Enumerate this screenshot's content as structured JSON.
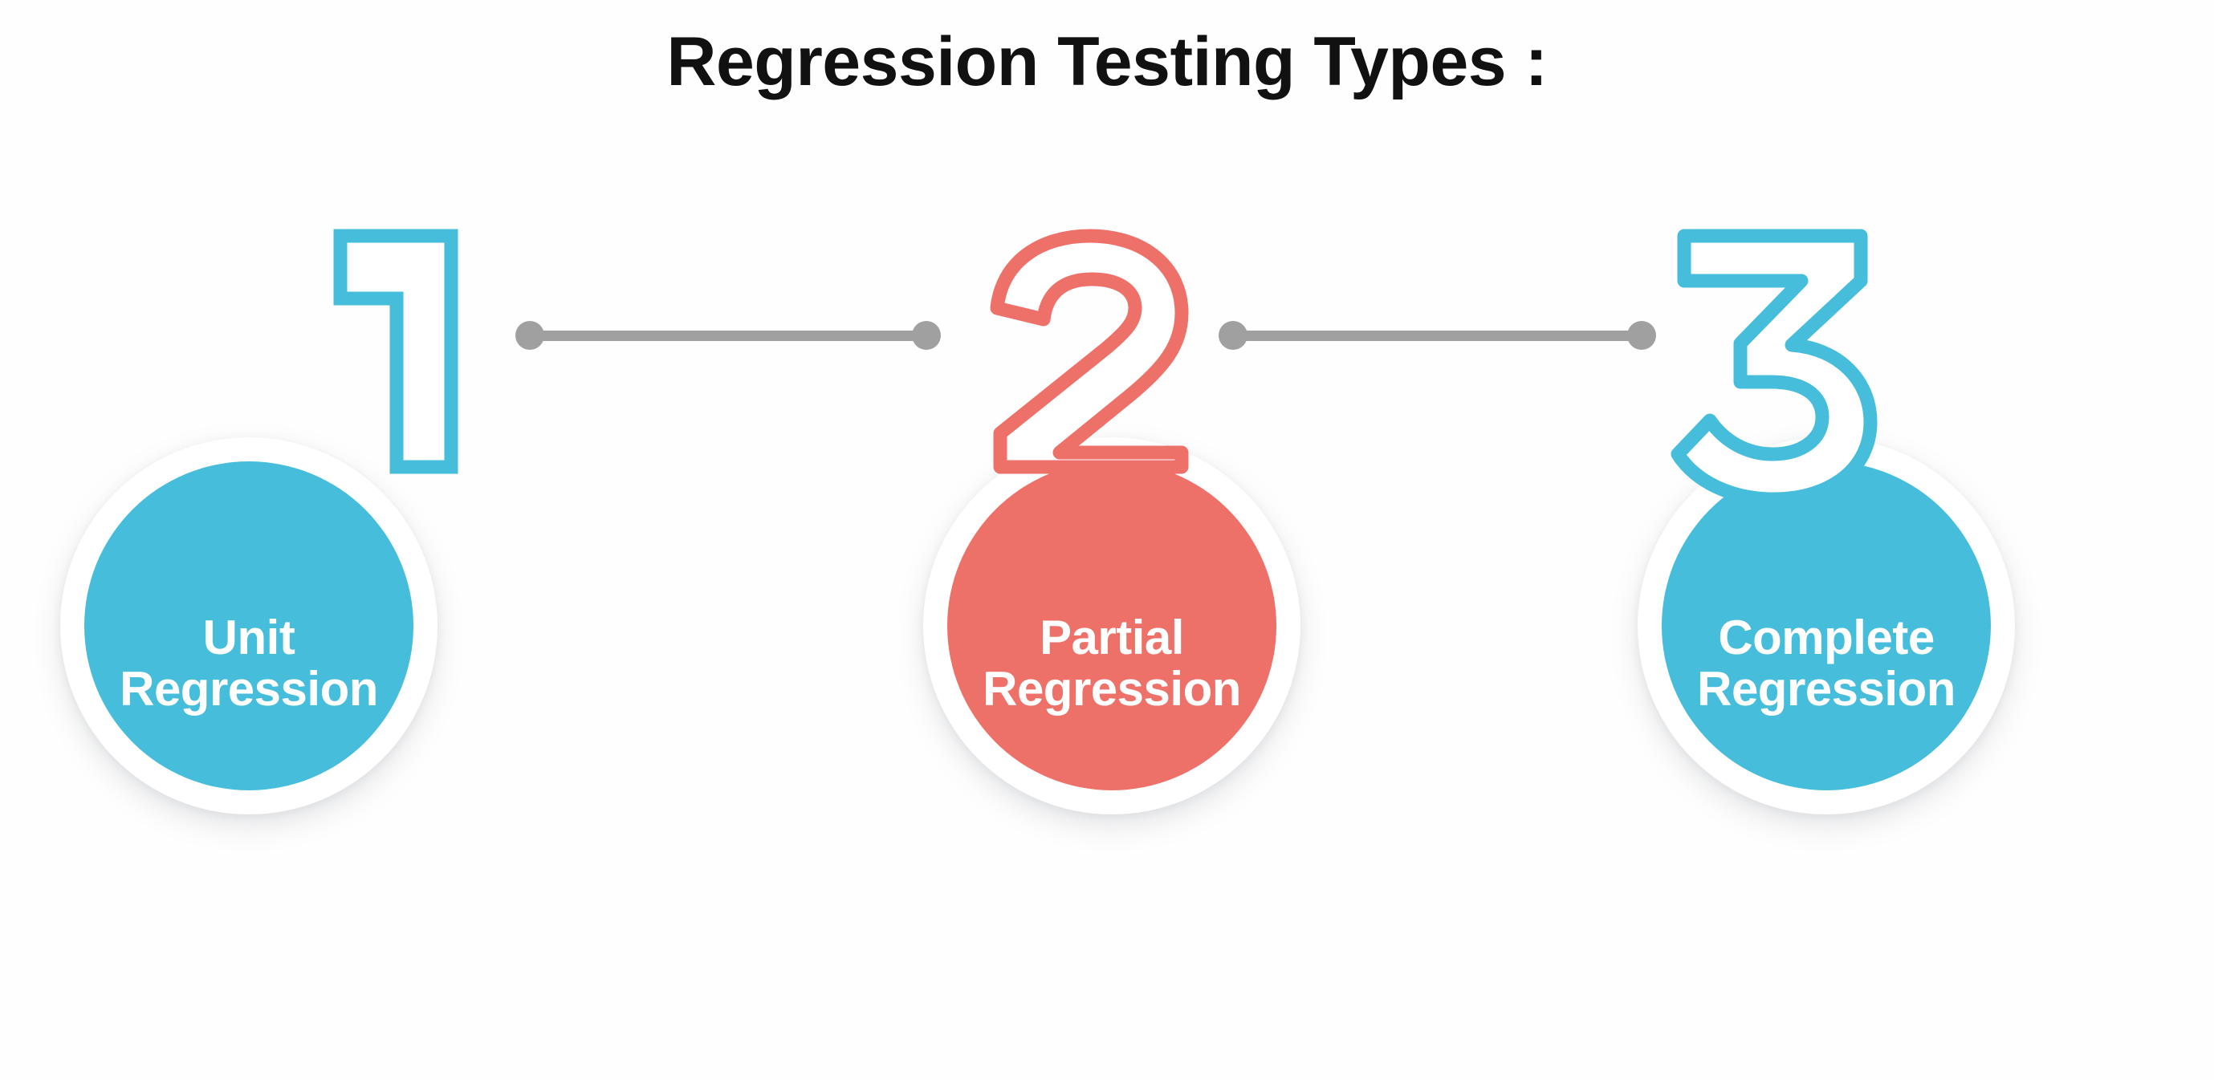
{
  "title": "Regression Testing Types :",
  "background": "#fefefe",
  "colors": {
    "teal": "#45bddb",
    "salmon": "#ed7168",
    "connector_gray": "#a0a0a0",
    "title_text": "#111111",
    "label_text": "#ffffff",
    "ring": "#ffffff"
  },
  "steps": [
    {
      "number": "1",
      "label": "Unit\nRegression",
      "label_line1": "Unit",
      "label_line2": "Regression",
      "color": "#45bddb",
      "color_name": "teal"
    },
    {
      "number": "2",
      "label": "Partial\nRegression",
      "label_line1": "Partial",
      "label_line2": "Regression",
      "color": "#ed7168",
      "color_name": "salmon"
    },
    {
      "number": "3",
      "label": "Complete\nRegression",
      "label_line1": "Complete",
      "label_line2": "Regression",
      "color": "#45bddb",
      "color_name": "teal"
    }
  ],
  "connectors": [
    {
      "from": "1",
      "to": "2"
    },
    {
      "from": "2",
      "to": "3"
    }
  ]
}
